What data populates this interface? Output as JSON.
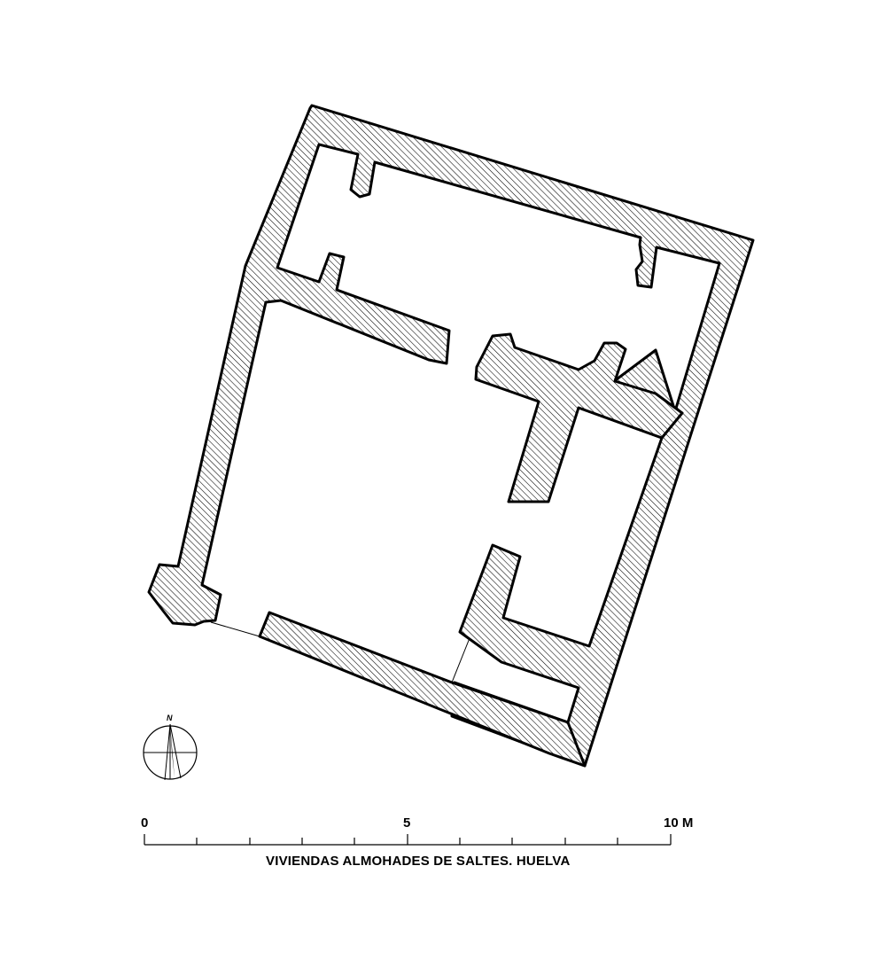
{
  "scale": {
    "labels": [
      "0",
      "5",
      "10 M"
    ]
  },
  "north_label": "N",
  "caption": "VIVIENDAS ALMOHADES DE SALTES. HUELVA",
  "icons": {
    "north_arrow": "north-arrow-icon"
  },
  "colors": {
    "ink": "#000000",
    "paper": "#ffffff"
  }
}
